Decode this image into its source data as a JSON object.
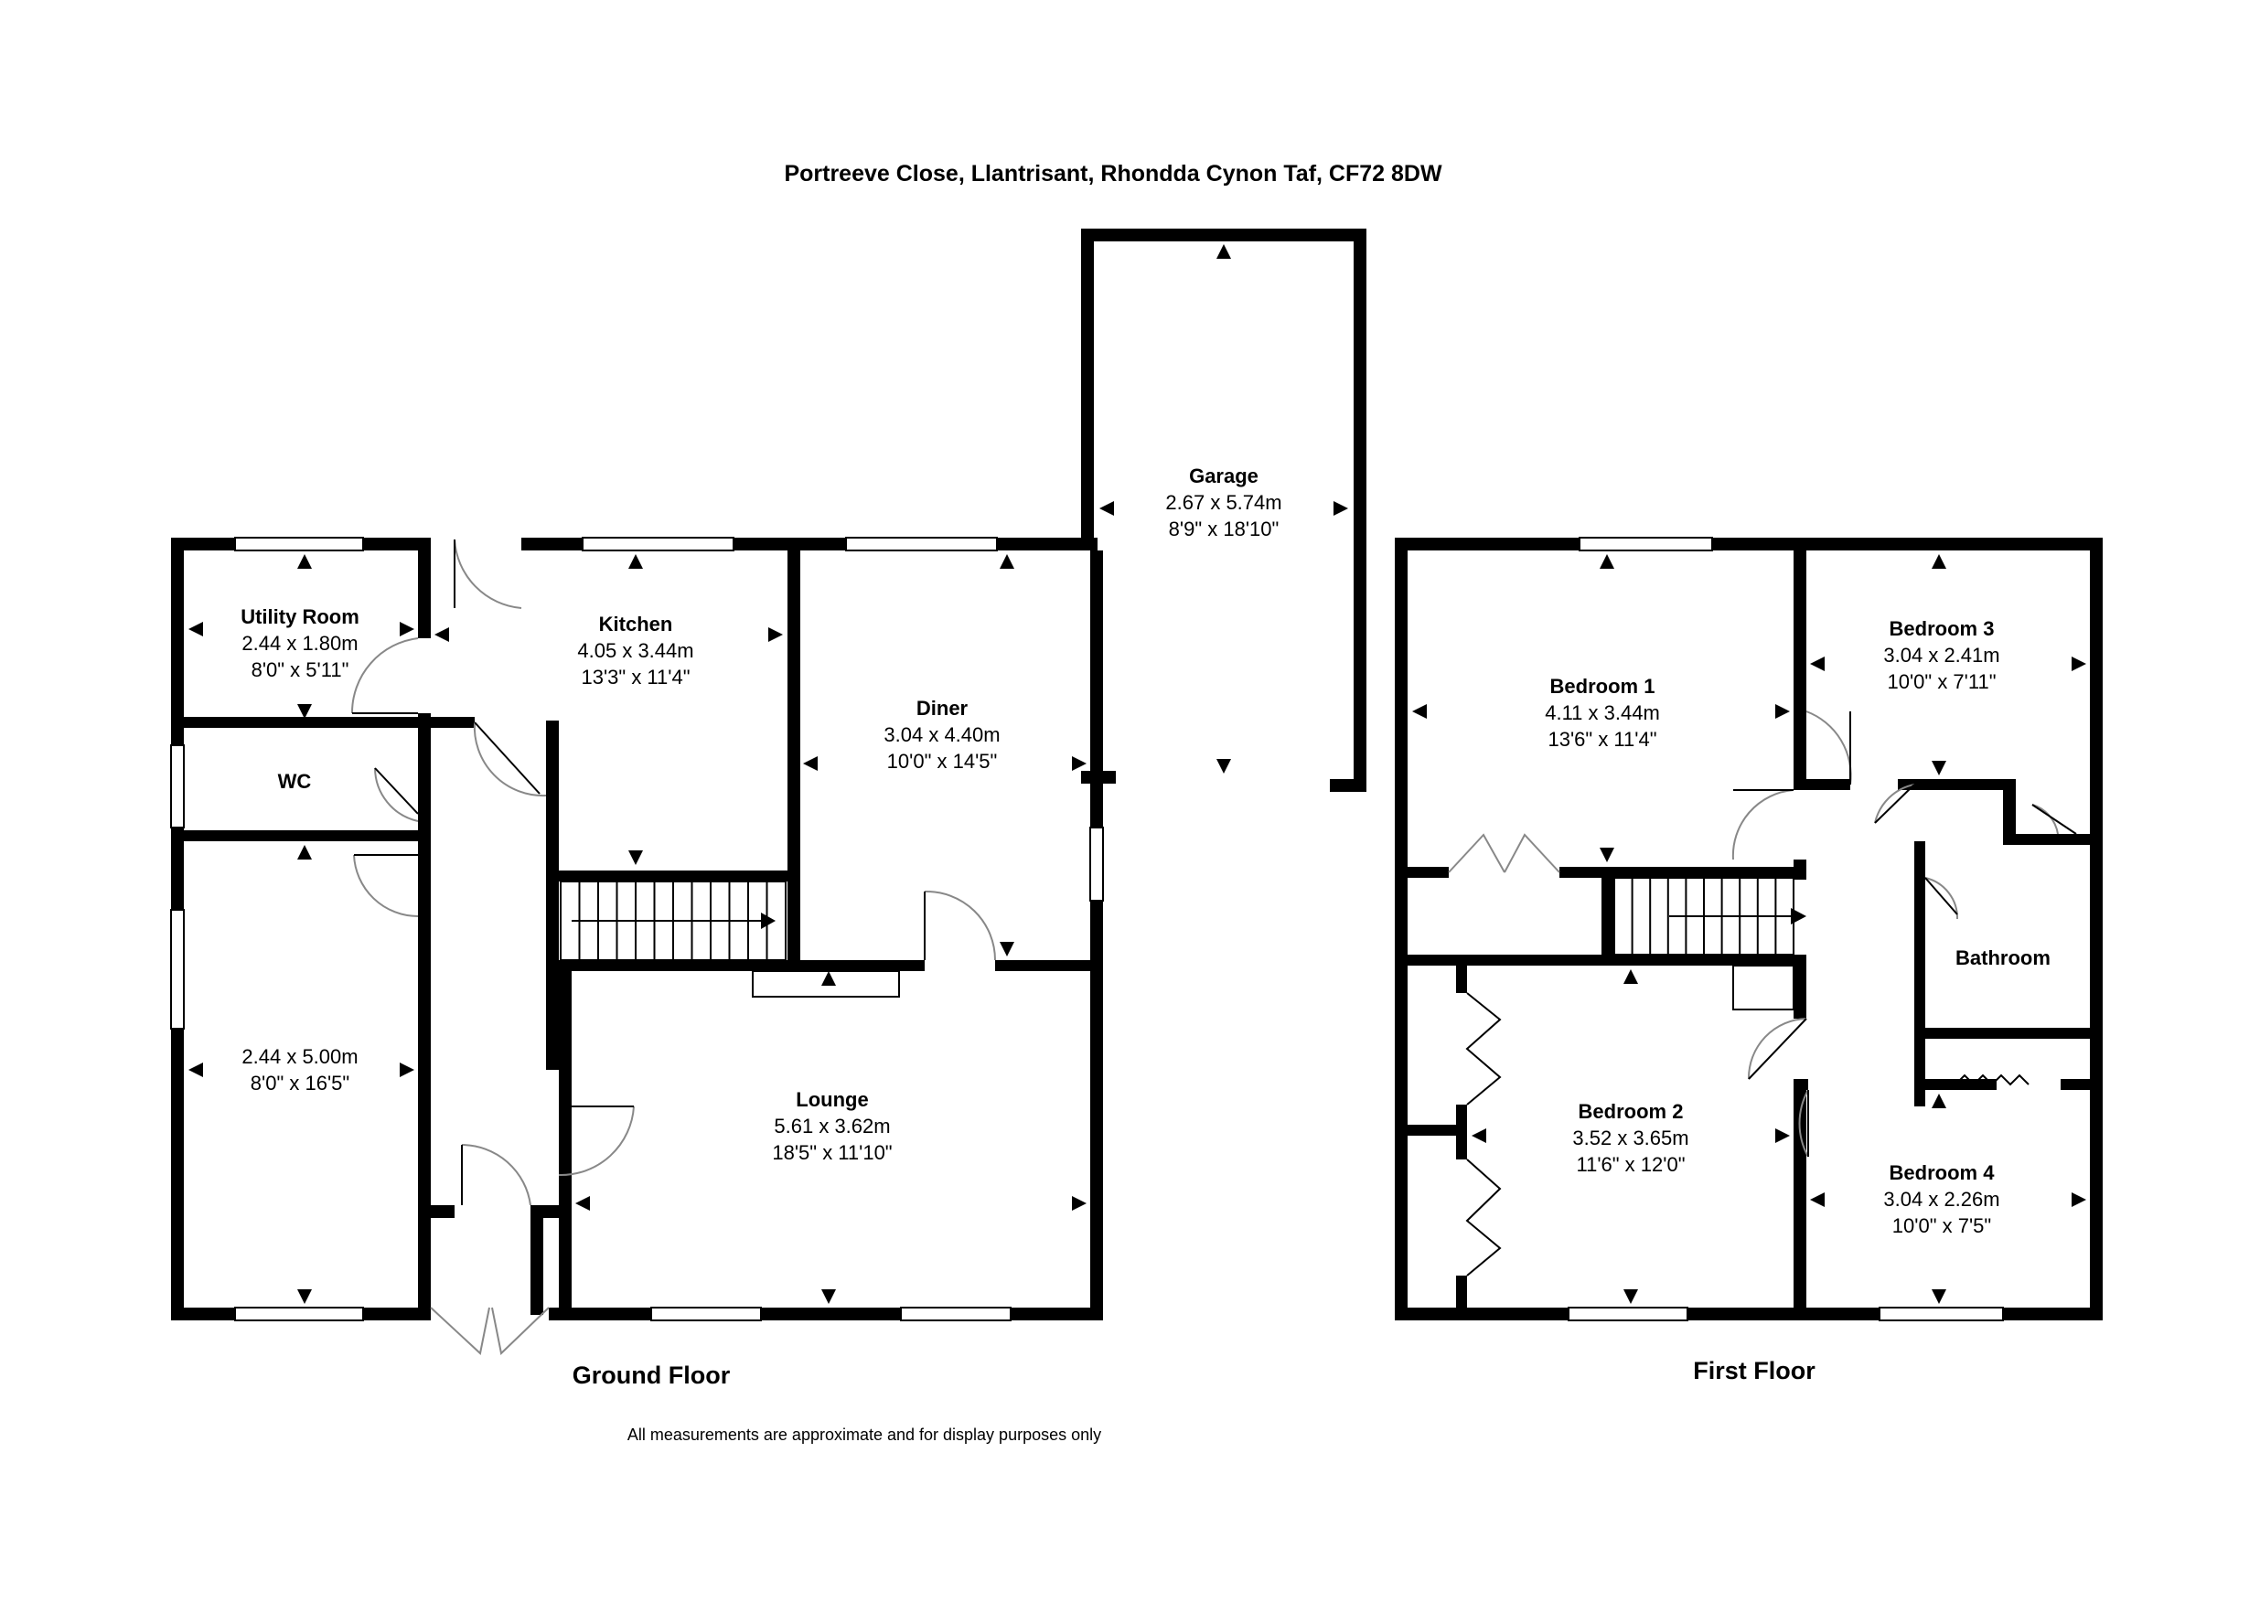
{
  "title": "Portreeve Close, Llantrisant, Rhondda Cynon Taf, CF72 8DW",
  "disclaimer": "All measurements are approximate and for display purposes only",
  "floors": [
    {
      "name": "Ground Floor"
    },
    {
      "name": "First Floor"
    }
  ],
  "rooms": {
    "garage": {
      "name": "Garage",
      "metric": "2.67 x 5.74m",
      "imperial": "8'9\" x 18'10\""
    },
    "utility": {
      "name": "Utility Room",
      "metric": "2.44 x 1.80m",
      "imperial": "8'0\" x 5'11\""
    },
    "kitchen": {
      "name": "Kitchen",
      "metric": "4.05 x 3.44m",
      "imperial": "13'3\" x 11'4\""
    },
    "diner": {
      "name": "Diner",
      "metric": "3.04 x 4.40m",
      "imperial": "10'0\" x 14'5\""
    },
    "wc": {
      "name": "WC"
    },
    "unnamed": {
      "metric": "2.44 x 5.00m",
      "imperial": "8'0\" x 16'5\""
    },
    "lounge": {
      "name": "Lounge",
      "metric": "5.61 x 3.62m",
      "imperial": "18'5\" x 11'10\""
    },
    "bedroom1": {
      "name": "Bedroom 1",
      "metric": "4.11 x 3.44m",
      "imperial": "13'6\" x 11'4\""
    },
    "bedroom3": {
      "name": "Bedroom 3",
      "metric": "3.04 x 2.41m",
      "imperial": "10'0\" x 7'11\""
    },
    "bathroom": {
      "name": "Bathroom"
    },
    "bedroom2": {
      "name": "Bedroom 2",
      "metric": "3.52 x 3.65m",
      "imperial": "11'6\" x 12'0\""
    },
    "bedroom4": {
      "name": "Bedroom 4",
      "metric": "3.04 x 2.26m",
      "imperial": "10'0\" x 7'5\""
    }
  }
}
